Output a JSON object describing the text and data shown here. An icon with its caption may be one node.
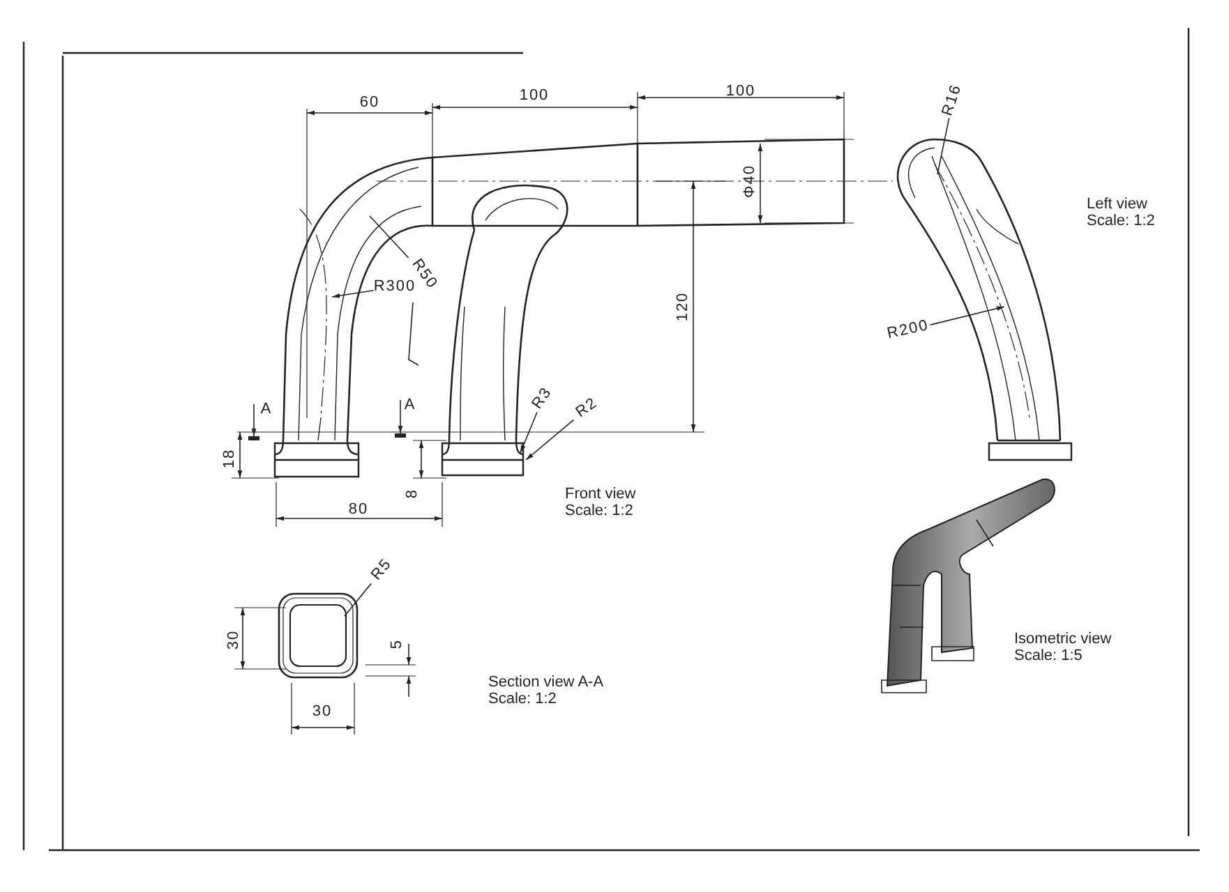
{
  "diagram": {
    "nodes": [
      {
        "text": [],
        "shape": "picture",
        "beside": [
          "Front view",
          "Scale: 1:2"
        ]
      },
      {
        "text": [
          "R50"
        ],
        "in": 0
      },
      {
        "text": [
          "R300"
        ],
        "in": 0
      },
      {
        "text": [
          "R3"
        ],
        "in": 0
      },
      {
        "text": [
          "R2"
        ],
        "in": 0
      },
      {
        "text": [],
        "shape": "picture",
        "beside": [
          "Left view",
          "Scale: 1:2"
        ]
      },
      {
        "text": [
          "R16"
        ]
      },
      {
        "text": [
          "R200"
        ],
        "in": 5
      },
      {
        "text": [],
        "shape": "picture",
        "beside": [
          "Section view A-A",
          "Scale: 1:2"
        ]
      },
      {
        "text": [
          "R5"
        ]
      },
      {
        "text": [],
        "shape": "picture",
        "beside": [
          "Isometric view",
          "Scale: 1:5"
        ]
      }
    ],
    "edges": [
      {
        "from": 6,
        "to": 5,
        "arrow": "none"
      },
      {
        "from": 1,
        "to": 0,
        "arrow": "none"
      },
      {
        "from": 2,
        "to": 0,
        "arrow": "to"
      },
      {
        "from": 7,
        "to": 5,
        "arrow": "to"
      },
      {
        "from": 3,
        "to": 0,
        "arrow": "to"
      },
      {
        "from": 4,
        "to": 0,
        "arrow": "to"
      },
      {
        "from": 9,
        "to": 8,
        "arrow": "none"
      }
    ],
    "labels": [
      "60",
      "100",
      "100",
      "Φ40",
      "120",
      "A",
      "A",
      "18",
      "8",
      "80",
      "30",
      "5",
      "30"
    ]
  }
}
